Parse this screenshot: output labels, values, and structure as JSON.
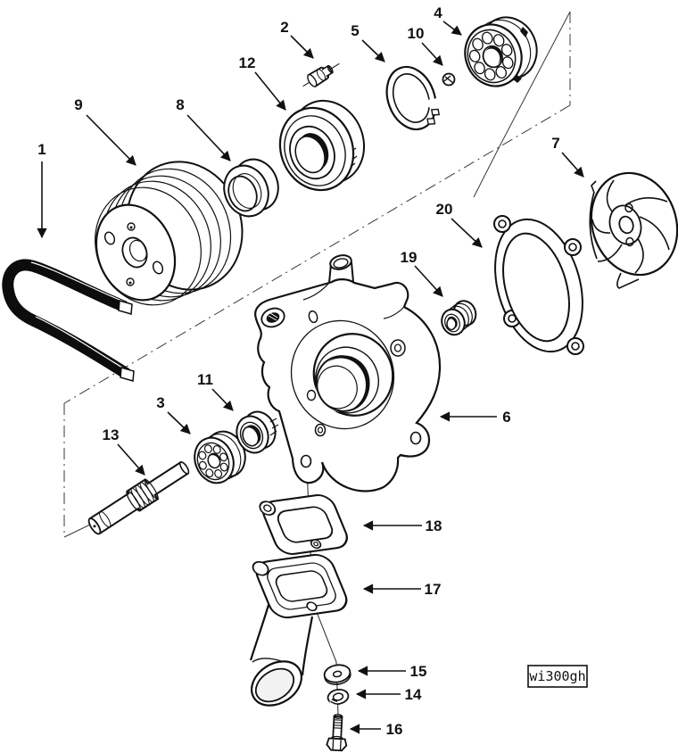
{
  "figure_code": "wi300gh",
  "callouts": [
    "1",
    "2",
    "3",
    "4",
    "5",
    "6",
    "7",
    "8",
    "9",
    "10",
    "11",
    "12",
    "13",
    "14",
    "15",
    "16",
    "17",
    "18",
    "19",
    "20"
  ]
}
